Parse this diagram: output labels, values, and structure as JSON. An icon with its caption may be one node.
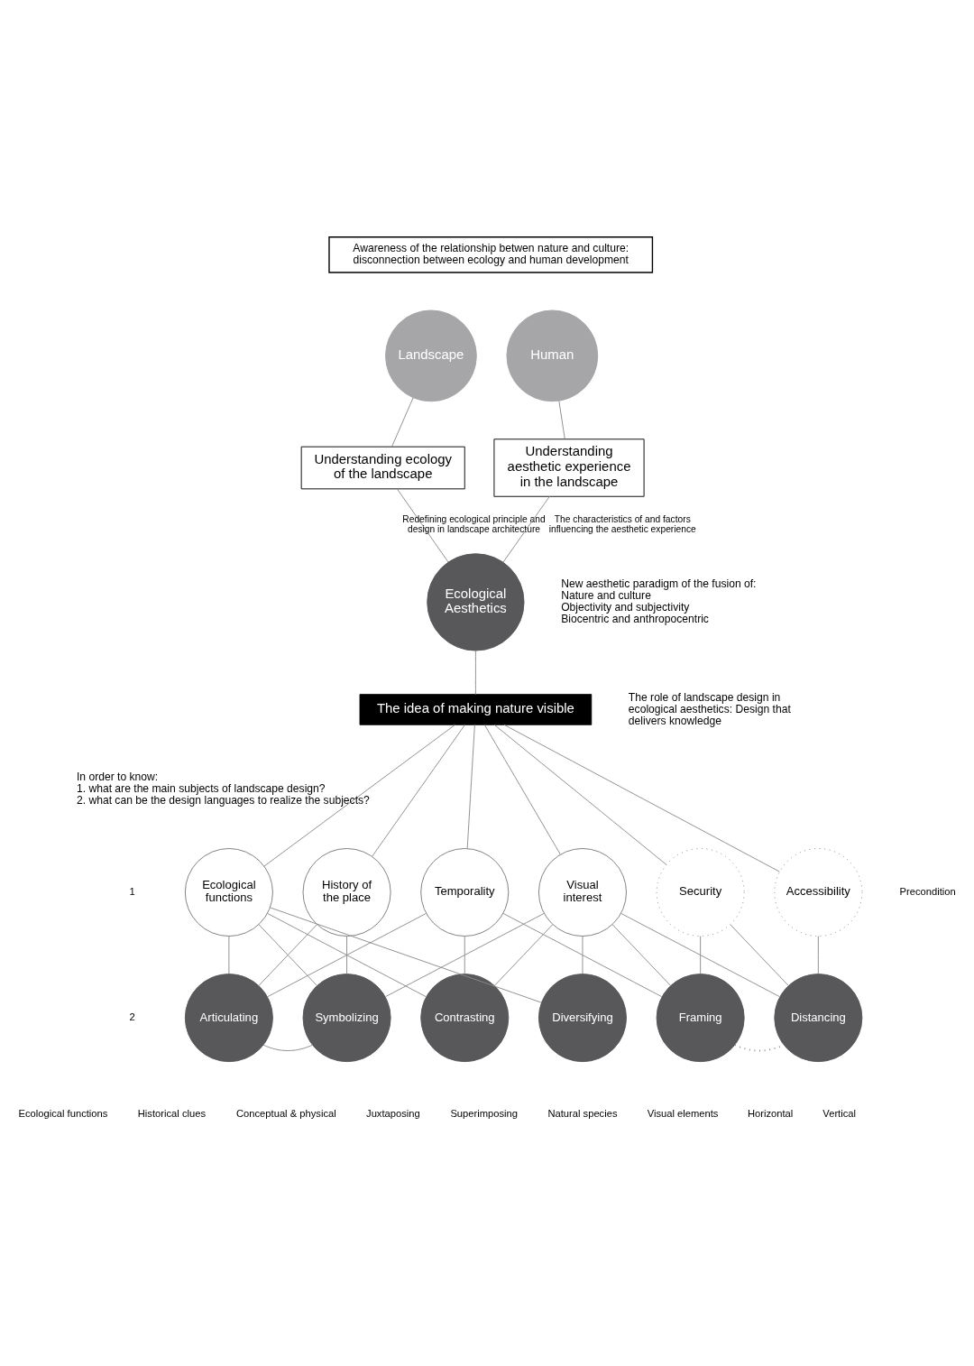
{
  "diagram": {
    "nodes": [
      {
        "text": [
          "Awareness of the relationship betwen nature and culture: disconnection between ecology and human development"
        ]
      },
      {
        "text": [
          "Landscape"
        ]
      },
      {
        "text": [
          "Human"
        ]
      },
      {
        "text": [
          "Understanding ecology of the landscape"
        ]
      },
      {
        "text": [
          "Understanding aesthetic experience in the landscape"
        ]
      },
      {
        "text": [
          "Ecological Aesthetics"
        ],
        "beside": [
          "New aesthetic paradigm of the fusion of:",
          "Nature and culture",
          "Objectivity and subjectivity",
          "Biocentric and anthropocentric"
        ]
      },
      {
        "text": [
          "The idea of making nature visible"
        ],
        "beside": [
          "The role of landscape design in ecological aesthetics: Design that delivers knowledge"
        ]
      },
      {
        "text": [
          "Ecological functions"
        ]
      },
      {
        "text": [
          "History of the place"
        ]
      },
      {
        "text": [
          "Temporality"
        ]
      },
      {
        "text": [
          "Visual interest"
        ]
      },
      {
        "text": [
          "Security"
        ]
      },
      {
        "text": [
          "Accessibility"
        ]
      },
      {
        "text": [
          "Articulating"
        ]
      },
      {
        "text": [
          "Symbolizing"
        ]
      },
      {
        "text": [
          "Contrasting"
        ]
      },
      {
        "text": [
          "Diversifying"
        ]
      },
      {
        "text": [
          "Framing"
        ]
      },
      {
        "text": [
          "Distancing"
        ]
      }
    ],
    "edges": [
      {
        "from": 1,
        "to": 3,
        "arrow": "none"
      },
      {
        "from": 2,
        "to": 4,
        "arrow": "none"
      },
      {
        "from": 3,
        "to": 5,
        "arrow": "none",
        "label": "Redefining ecological principle and design in landscape architecture"
      },
      {
        "from": 4,
        "to": 5,
        "arrow": "none",
        "label": "The characteristics of and factors influencing the aesthetic experience"
      },
      {
        "from": 5,
        "to": 6,
        "arrow": "none"
      },
      {
        "from": 6,
        "to": 7,
        "arrow": "none"
      },
      {
        "from": 6,
        "to": 8,
        "arrow": "none"
      },
      {
        "from": 6,
        "to": 9,
        "arrow": "none"
      },
      {
        "from": 6,
        "to": 10,
        "arrow": "none"
      },
      {
        "from": 6,
        "to": 11,
        "arrow": "none"
      },
      {
        "from": 6,
        "to": 12,
        "arrow": "none"
      },
      {
        "from": 7,
        "to": 13,
        "arrow": "none"
      },
      {
        "from": 7,
        "to": 14,
        "arrow": "none"
      },
      {
        "from": 7,
        "to": 15,
        "arrow": "none"
      },
      {
        "from": 7,
        "to": 16,
        "arrow": "none"
      },
      {
        "from": 8,
        "to": 13,
        "arrow": "none"
      },
      {
        "from": 8,
        "to": 14,
        "arrow": "none"
      },
      {
        "from": 9,
        "to": 13,
        "arrow": "none"
      },
      {
        "from": 9,
        "to": 15,
        "arrow": "none"
      },
      {
        "from": 9,
        "to": 17,
        "arrow": "none"
      },
      {
        "from": 10,
        "to": 14,
        "arrow": "none"
      },
      {
        "from": 10,
        "to": 15,
        "arrow": "none"
      },
      {
        "from": 10,
        "to": 16,
        "arrow": "none"
      },
      {
        "from": 10,
        "to": 17,
        "arrow": "none"
      },
      {
        "from": 10,
        "to": 18,
        "arrow": "none"
      },
      {
        "from": 11,
        "to": 17,
        "arrow": "none"
      },
      {
        "from": 11,
        "to": 18,
        "arrow": "none"
      },
      {
        "from": 12,
        "to": 18,
        "arrow": "none"
      },
      {
        "from": 17,
        "to": 18,
        "arrow": "none",
        "style": "dashed"
      },
      {
        "from": 13,
        "to": 14,
        "arrow": "none"
      }
    ],
    "labels": [
      "In order to know:",
      "1. what are the main subjects of landscape design?",
      "2. what can be the design languages to realize the subjects?",
      "Precondition",
      "1",
      "2",
      "Ecological functions",
      "Historical clues",
      "Conceptual & physical",
      "Juxtaposing",
      "Superimposing",
      "Visual elements",
      "Natural species",
      "Vertical",
      "Horizontal"
    ]
  }
}
